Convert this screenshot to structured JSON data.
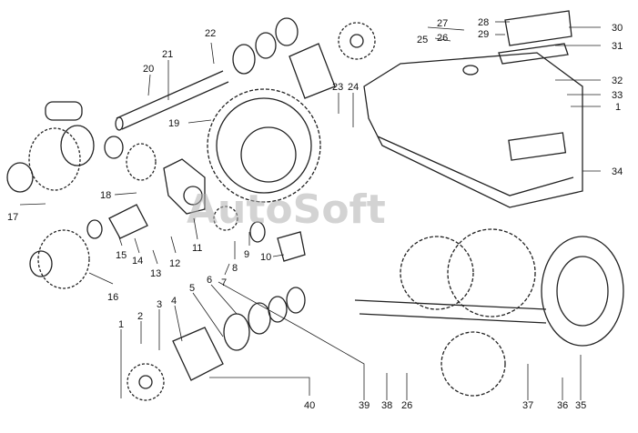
{
  "watermark": "AutoSoft",
  "callouts": {
    "c1a": "1",
    "c1b": "1",
    "c2": "2",
    "c3": "3",
    "c4": "4",
    "c5": "5",
    "c6": "6",
    "c7": "7",
    "c8": "8",
    "c9": "9",
    "c10": "10",
    "c11": "11",
    "c12": "12",
    "c13": "13",
    "c14": "14",
    "c15": "15",
    "c16": "16",
    "c17": "17",
    "c18": "18",
    "c19": "19",
    "c20": "20",
    "c21": "21",
    "c22": "22",
    "c23": "23",
    "c24": "24",
    "c25": "25",
    "c26a": "26",
    "c26b": "26",
    "c27": "27",
    "c28": "28",
    "c29": "29",
    "c30": "30",
    "c31": "31",
    "c32": "32",
    "c33": "33",
    "c34": "34",
    "c35": "35",
    "c36": "36",
    "c37": "37",
    "c38": "38",
    "c39": "39",
    "c40": "40"
  }
}
